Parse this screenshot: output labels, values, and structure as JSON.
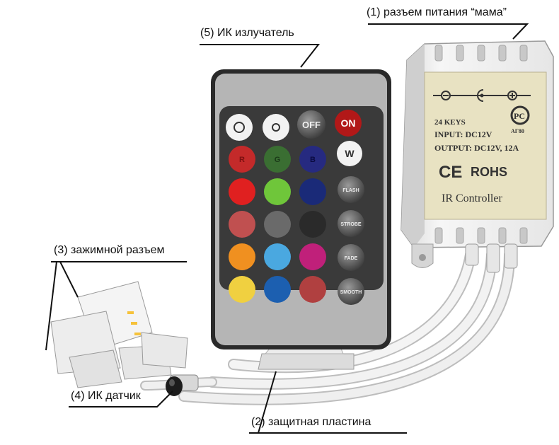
{
  "labels": {
    "power_socket": "(1) разъем питания “мама”",
    "ir_emitter": "(5) ИК излучатель",
    "clamp_connector": "(3) зажимной разъем",
    "ir_sensor": "(4) ИК датчик",
    "protective_plate": "(2) защитная пластина"
  },
  "remote": {
    "off_label": "OFF",
    "on_label": "ON",
    "w_label": "W",
    "r_label": "R",
    "g_label": "G",
    "b_label": "B",
    "flash_label": "FLASH",
    "strobe_label": "STROBE",
    "fade_label": "FADE",
    "smooth_label": "SMOOTH",
    "color_grid": [
      "#c42a2a",
      "#3a6e32",
      "#262a80",
      "#e02020",
      "#6fc63a",
      "#1a2a78",
      "#c05050",
      "#6a6a6a",
      "#2a2a2a",
      "#f09020",
      "#4aa8e0",
      "#c0207a",
      "#f0d040",
      "#1c5fb0",
      "#b04040"
    ]
  },
  "controller": {
    "keys": "24 KEYS",
    "input": "INPUT: DC12V",
    "output": "OUTPUT: DC12V, 12A",
    "ce": "CE",
    "rohs": "ROHS",
    "rst_mark": "PC",
    "rst_code": "АГ80",
    "name": "IR Controller"
  }
}
